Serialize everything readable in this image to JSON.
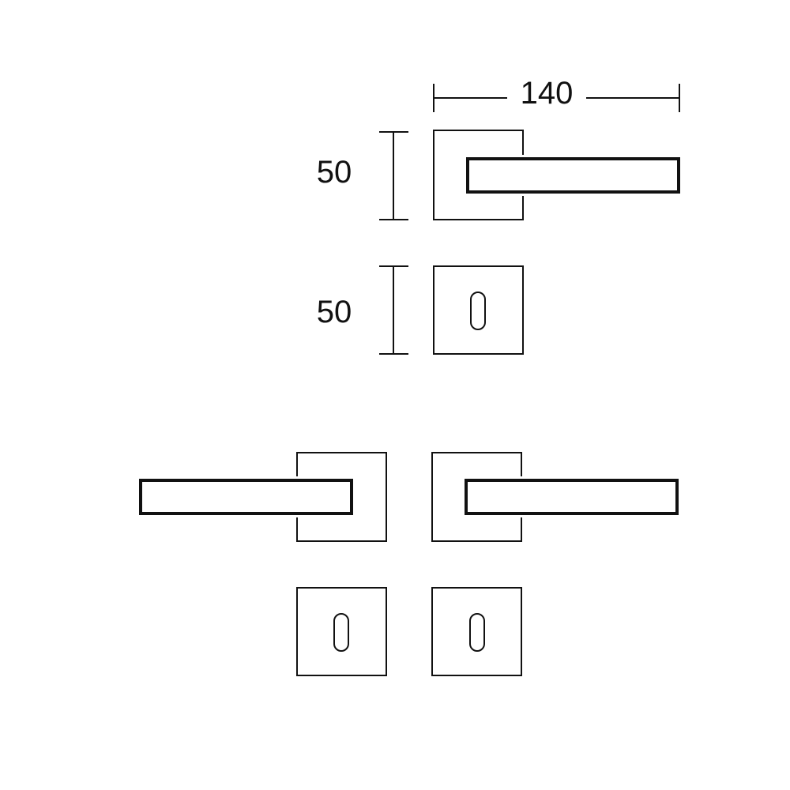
{
  "dimensions": {
    "lever_length": "140",
    "rose_height_handle": "50",
    "rose_height_keyhole": "50"
  },
  "colors": {
    "line": "#111111",
    "background": "#ffffff"
  }
}
